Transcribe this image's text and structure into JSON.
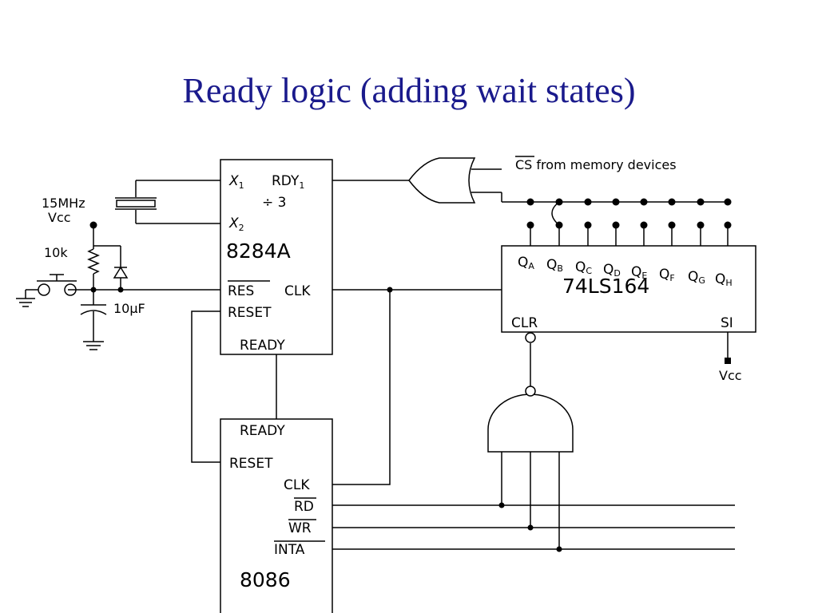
{
  "title": "Ready logic (adding wait states)",
  "chips": {
    "clock_gen": {
      "name": "8284A",
      "x1": "X",
      "x1_sub": "1",
      "x2": "X",
      "x2_sub": "2",
      "rdy1": "RDY",
      "rdy1_sub": "1",
      "div": "÷ 3",
      "res_bar": "RES",
      "clk": "CLK",
      "reset": "RESET",
      "ready": "READY"
    },
    "cpu": {
      "name": "8086",
      "ready": "READY",
      "reset": "RESET",
      "clk": "CLK",
      "rd": "RD",
      "wr": "WR",
      "inta": "INTA"
    },
    "shift_reg": {
      "name": "74LS164",
      "q_main": "Q",
      "q_subs": [
        "A",
        "B",
        "C",
        "D",
        "E",
        "F",
        "G",
        "H"
      ],
      "clr": "CLR",
      "si": "SI"
    }
  },
  "components": {
    "crystal": "15MHz",
    "vcc_left": "Vcc",
    "resistor": "10k",
    "capacitor": "10μF",
    "vcc_right": "Vcc"
  },
  "labels": {
    "cs_bar": "CS",
    "cs_rest": " from memory devices"
  }
}
